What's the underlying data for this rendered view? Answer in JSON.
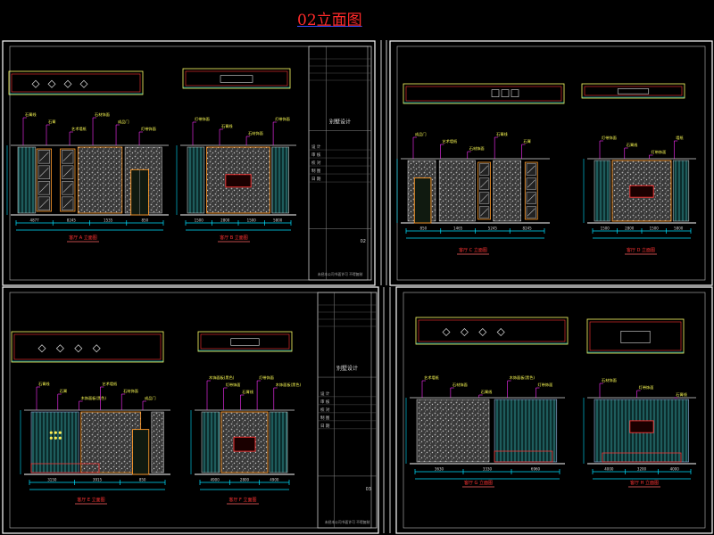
{
  "title": "02立面图",
  "colors": {
    "background": "#000000",
    "frame": "#ffffff",
    "title": "#ff2a2a",
    "dim": "#00e0ff",
    "leader": "#ff30ff",
    "label": "#ffff55",
    "wall": "#ff9a2a",
    "caption": "#ff3333",
    "texture": "#8c8c8c",
    "mirror": "#9a9a9a"
  },
  "sheets": [
    {
      "views": [
        {
          "caption": "客厅 A 立面图",
          "labels": [
            "石膏线",
            "石膏",
            "艺术墙纸",
            "石材饰面",
            "成品门",
            "灯带饰面"
          ],
          "dims": [
            "4877",
            "8245",
            "1535",
            "850"
          ]
        },
        {
          "caption": "客厅 B 立面图",
          "labels": [
            "灯带饰面",
            "石膏线",
            "石材饰面",
            "灯带饰面"
          ],
          "dims": [
            "1500",
            "2800",
            "1500",
            "5800"
          ]
        }
      ]
    },
    {
      "views": [
        {
          "caption": "客厅 C 立面图",
          "labels": [
            "成品门",
            "艺术墙纸",
            "石材饰面",
            "石膏线",
            "石膏"
          ],
          "dims": [
            "850",
            "1465",
            "5245",
            "8245"
          ]
        },
        {
          "caption": "客厅 D 立面图",
          "labels": [
            "灯带饰面",
            "石膏线",
            "灯带饰面",
            "墙纸"
          ],
          "dims": [
            "1500",
            "2800",
            "1500",
            "5800"
          ]
        }
      ]
    },
    {
      "views": [
        {
          "caption": "客厅 E 立面图",
          "labels": [
            "石膏线",
            "石膏",
            "木饰面板(黑色)",
            "艺术墙纸",
            "石材饰面",
            "成品门"
          ],
          "dims": [
            "3150",
            "3915",
            "850"
          ]
        },
        {
          "caption": "客厅 F 立面图",
          "labels": [
            "木饰面板(黑色)",
            "灯带饰面",
            "石膏线",
            "灯带饰面",
            "木饰面板(黑色)"
          ],
          "dims": [
            "4900",
            "2800",
            "4900"
          ]
        }
      ]
    },
    {
      "views": [
        {
          "caption": "客厅 G 立面图",
          "labels": [
            "艺术墙纸",
            "石材饰面",
            "石膏线",
            "木饰面板(黑色)",
            "灯带饰面"
          ],
          "dims": [
            "3630",
            "3330",
            "6960"
          ]
        },
        {
          "caption": "客厅 H 立面图",
          "labels": [
            "石材饰面",
            "灯带饰面",
            "石膏线"
          ],
          "dims": [
            "4000",
            "3200",
            "4000"
          ]
        }
      ]
    }
  ],
  "title_blocks": [
    {
      "project": "别墅设计",
      "rows": [
        "设 计",
        "审 核",
        "校 对",
        "制 图",
        "日 期"
      ],
      "sheet_no": "02",
      "footer": "未经本公司书面许可 不得复制"
    },
    {
      "project": "别墅设计",
      "rows": [
        "设 计",
        "审 核",
        "校 对",
        "制 图",
        "日 期"
      ],
      "sheet_no": "03",
      "footer": "未经本公司书面许可 不得复制"
    }
  ]
}
